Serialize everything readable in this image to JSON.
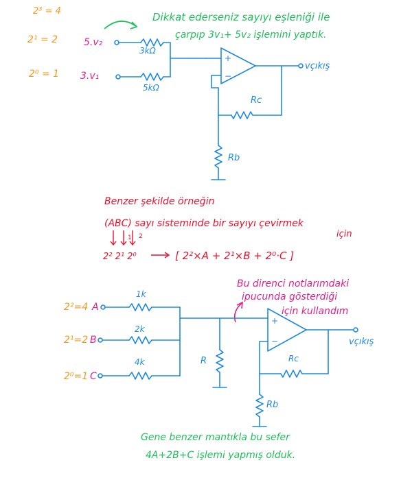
{
  "top": {
    "powers": [
      "2³ = 4",
      "2¹ = 2",
      "2⁰ = 1"
    ],
    "note_line1": "Dikkat ederseniz sayıyı eşleniği ile",
    "note_line2": "çarpıp 3v₁+ 5v₂ işlemini yaptık.",
    "input_upper": "5.v₂",
    "input_lower": "3.v₁",
    "res_upper": "3kΩ",
    "res_lower": "5kΩ",
    "plus": "+",
    "minus": "−",
    "output": "vçıkış",
    "rc": "Rc",
    "rb": "Rb"
  },
  "middle": {
    "line1": "Benzer şekilde örneğin",
    "line2": "(ABC) sayı sisteminde bir sayıyı çevirmek",
    "line3": "için",
    "exp_row": "2² 2¹ 2⁰",
    "small_1": "1",
    "small_2": "2",
    "formula": "[ 2²×A + 2¹×B + 2⁰·C ]"
  },
  "bottom": {
    "note_line1": "Bu direnci notlarımdaki",
    "note_line2": "ipucunda gösterdiği",
    "note_line3": "için kullandım",
    "label_a_pow": "2²=4",
    "label_a": "A",
    "label_b_pow": "2¹=2",
    "label_b": "B",
    "label_c_pow": "2⁰=1",
    "label_c": "C",
    "r1": "1k",
    "r2": "2k",
    "r3": "4k",
    "r": "R",
    "plus": "+",
    "minus": "−",
    "output": "vçıkış",
    "rc": "Rc",
    "rb": "Rb",
    "conclusion_line1": "Gene benzer mantıkla bu sefer",
    "conclusion_line2": "4A+2B+C işlemi yapmış olduk."
  }
}
